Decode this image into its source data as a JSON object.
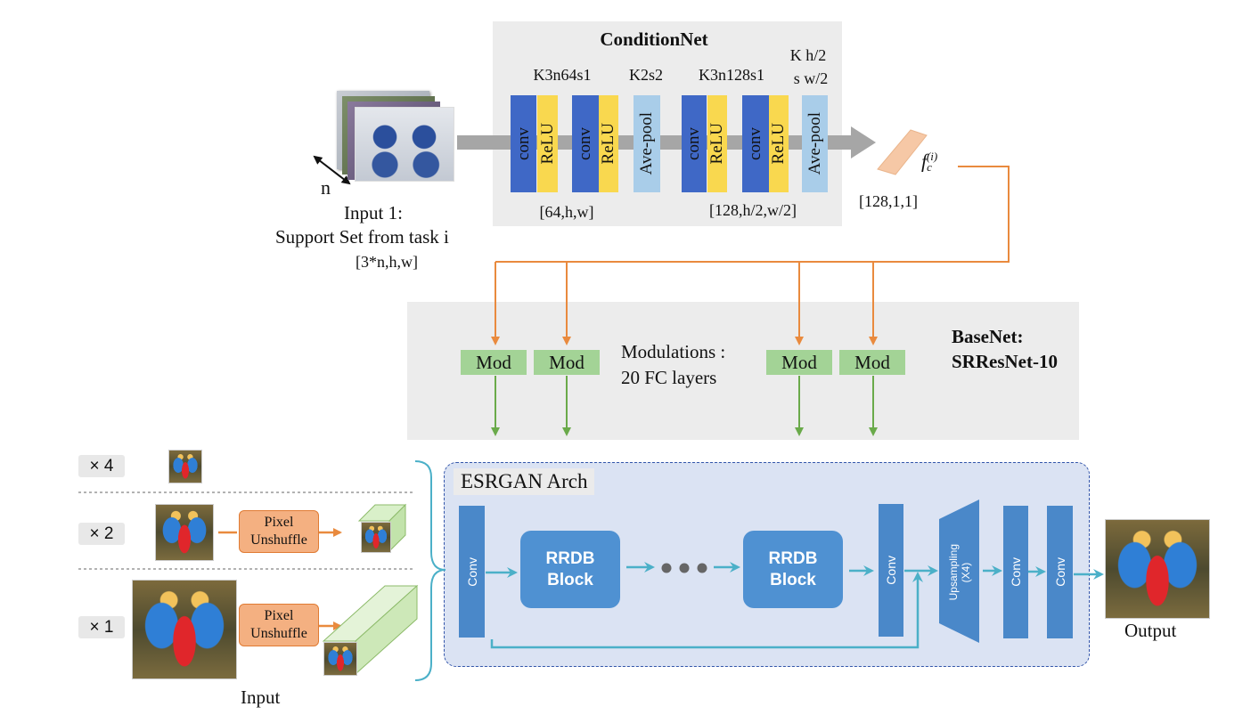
{
  "condition_net": {
    "title": "ConditionNet",
    "specs": [
      "K3n64s1",
      "K2s2",
      "K3n128s1",
      "K h/2",
      "s w/2"
    ],
    "layers": [
      "conv",
      "ReLU",
      "conv",
      "ReLU",
      "Ave-pool",
      "conv",
      "ReLU",
      "conv",
      "ReLU",
      "Ave-pool"
    ],
    "dims_1": "[64,h,w]",
    "dims_2": "[128,h/2,w/2]",
    "output_dims": "[128,1,1]"
  },
  "input1": {
    "n_label": "n",
    "title": "Input 1:",
    "subtitle": "Support Set from task i",
    "dims": "[3*n,h,w]"
  },
  "feature": {
    "symbol": "f",
    "sub": "c",
    "sup": "(i)"
  },
  "base_net": {
    "mod_labels": [
      "Mod",
      "Mod",
      "Mod",
      "Mod"
    ],
    "modulations_line1": "Modulations :",
    "modulations_line2": "20 FC layers",
    "name_line1": "BaseNet:",
    "name_line2": "SRResNet-10"
  },
  "esrgan": {
    "title": "ESRGAN Arch",
    "conv_label": "Conv",
    "rrdb_line1": "RRDB",
    "rrdb_line2": "Block",
    "upsampling": "Upsampling",
    "upsampling_factor": "(X4)"
  },
  "scales": [
    "× 4",
    "× 2",
    "× 1"
  ],
  "pixel_unshuffle": {
    "line1": "Pixel",
    "line2": "Unshuffle"
  },
  "input_label": "Input",
  "output_label": "Output",
  "colors": {
    "orange_arrow": "#e98a3e",
    "green_arrow": "#6aaa4a",
    "blue_arrow": "#4bb0c8",
    "conv_block": "#3f68c6",
    "relu_block": "#f9d84f",
    "pool_block": "#a9cde9",
    "mod_block": "#a3d396",
    "esr_bar": "#4a88c9"
  }
}
